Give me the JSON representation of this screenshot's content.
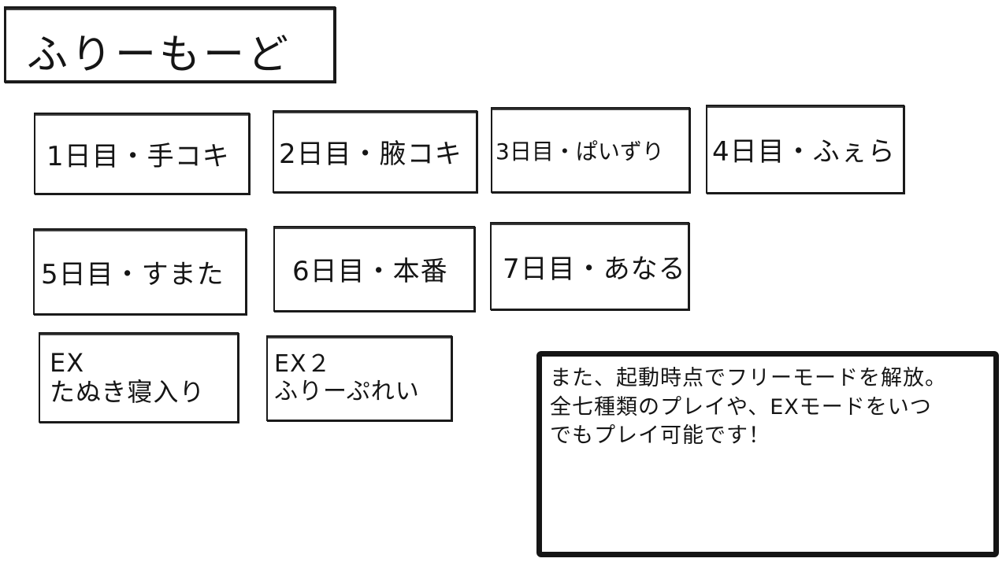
{
  "header": {
    "title": "ふりーもーど"
  },
  "days": [
    {
      "label": "1日目・手コキ"
    },
    {
      "label": "2日目・腋コキ"
    },
    {
      "label": "3日目・ぱいずり"
    },
    {
      "label": "4日目・ふぇら"
    },
    {
      "label": "5日目・すまた"
    },
    {
      "label": "6日目・本番"
    },
    {
      "label": "7日目・あなる"
    }
  ],
  "extras": [
    {
      "tag": "EX",
      "label": "たぬき寝入り"
    },
    {
      "tag": "EX２",
      "label": "ふりーぷれい"
    }
  ],
  "message": {
    "text": "また、起動時点でフリーモードを解放。\n全七種類のプレイや、EXモードをいつ\nでもプレイ可能です！"
  }
}
